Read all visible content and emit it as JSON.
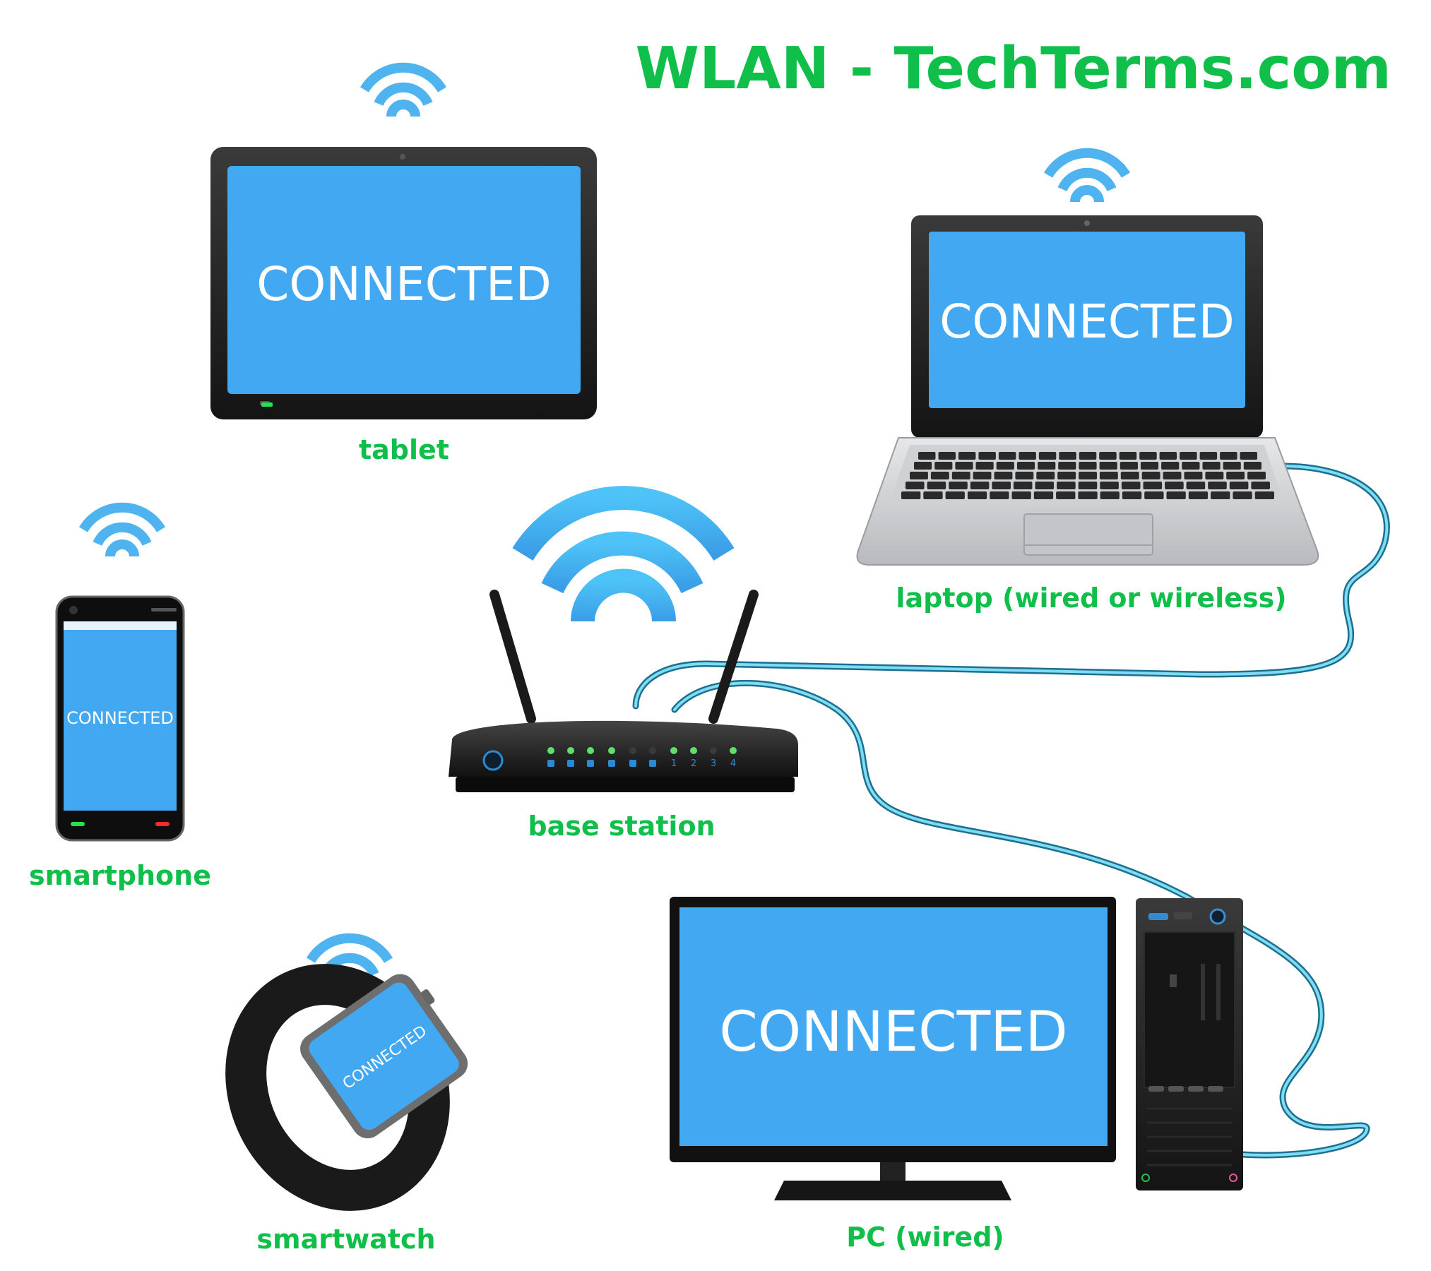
{
  "title": "WLAN - TechTerms.com",
  "colors": {
    "label_green": "#0fbf4a",
    "screen_blue": "#42a8f2",
    "wifi_blue": "#4fb3ef",
    "cable_blue": "#3aa6c8",
    "device_dark": "#1e1e1e"
  },
  "screen_text": "CONNECTED",
  "devices": {
    "tablet": {
      "label": "tablet",
      "status": "CONNECTED",
      "icon": "tablet-icon"
    },
    "laptop": {
      "label": "laptop (wired or wireless)",
      "status": "CONNECTED",
      "icon": "laptop-icon"
    },
    "smartphone": {
      "label": "smartphone",
      "status": "CONNECTED",
      "icon": "smartphone-icon"
    },
    "router": {
      "label": "base station",
      "icon": "router-icon",
      "port_labels": [
        "1",
        "2",
        "3",
        "4"
      ]
    },
    "smartwatch": {
      "label": "smartwatch",
      "status": "CONNECTED",
      "icon": "smartwatch-icon"
    },
    "pc": {
      "label": "PC (wired)",
      "status": "CONNECTED",
      "icon": "desktop-pc-icon"
    }
  }
}
